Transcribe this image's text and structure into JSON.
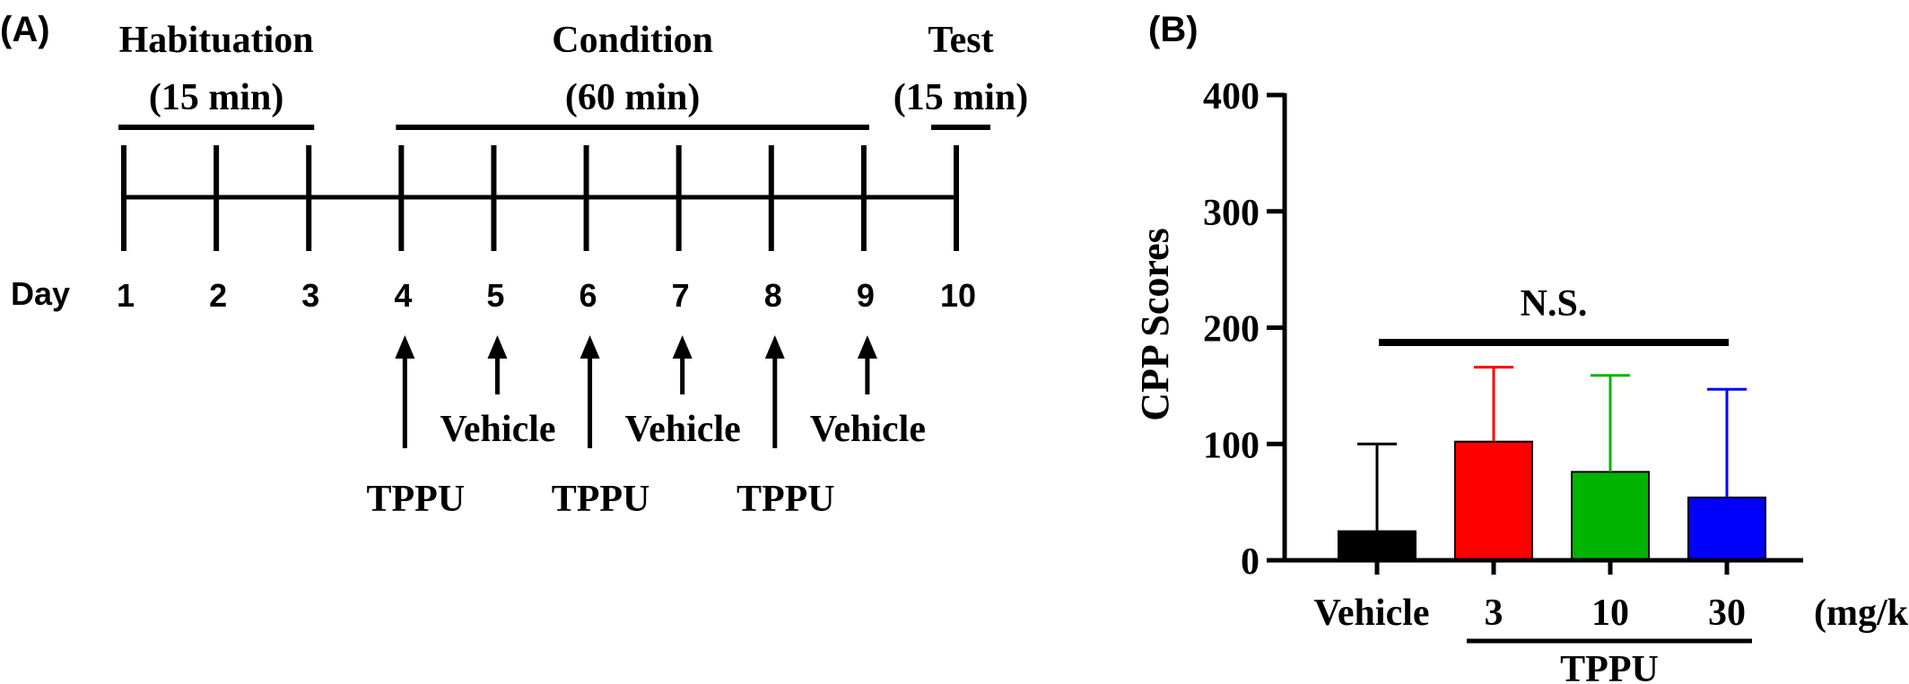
{
  "panel_a": {
    "label": "(A)",
    "phases": [
      {
        "name": "Habituation",
        "duration": "(15 min)",
        "start_day": 1,
        "end_day": 3
      },
      {
        "name": "Condition",
        "duration": "(60 min)",
        "start_day": 4,
        "end_day": 9
      },
      {
        "name": "Test",
        "duration": "(15 min)",
        "start_day": 10,
        "end_day": 10
      }
    ],
    "day_label": "Day",
    "days": [
      "1",
      "2",
      "3",
      "4",
      "5",
      "6",
      "7",
      "8",
      "9",
      "10"
    ],
    "treatments": [
      {
        "day": 4,
        "label": "TPPU",
        "kind": "drug"
      },
      {
        "day": 5,
        "label": "Vehicle",
        "kind": "vehicle"
      },
      {
        "day": 6,
        "label": "TPPU",
        "kind": "drug"
      },
      {
        "day": 7,
        "label": "Vehicle",
        "kind": "vehicle"
      },
      {
        "day": 8,
        "label": "TPPU",
        "kind": "drug"
      },
      {
        "day": 9,
        "label": "Vehicle",
        "kind": "vehicle"
      }
    ]
  },
  "chart_data": {
    "label": "(B)",
    "type": "bar",
    "categories": [
      "Vehicle",
      "3",
      "10",
      "30"
    ],
    "values": [
      25,
      102,
      76,
      54
    ],
    "error_upper": [
      100,
      166,
      159,
      147
    ],
    "colors": [
      "#000000",
      "#ff0000",
      "#00b400",
      "#0000ff"
    ],
    "ylabel": "CPP Scores",
    "ylim": [
      0,
      400
    ],
    "yticks": [
      "0",
      "100",
      "200",
      "300",
      "400"
    ],
    "unit_label": "(mg/kg)",
    "group_label": "TPPU",
    "group_categories": [
      1,
      3
    ],
    "significance": {
      "text": "N.S.",
      "from": 0,
      "to": 3
    },
    "grid": false
  }
}
